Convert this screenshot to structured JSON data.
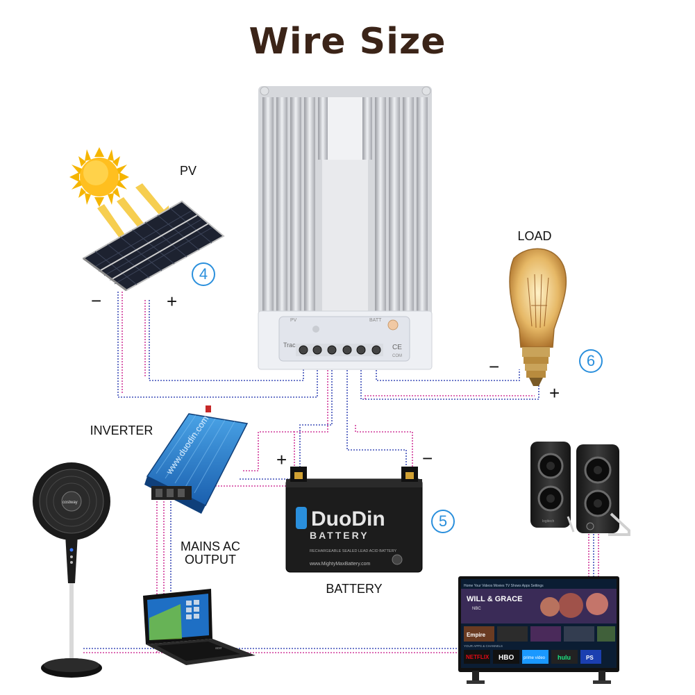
{
  "title": "Wire Size",
  "labels": {
    "pv": "PV",
    "load": "LOAD",
    "inverter": "INVERTER",
    "mains_ac_output": "MAINS AC\nOUTPUT",
    "battery": "BATTERY"
  },
  "markers": {
    "pv": "4",
    "battery": "5",
    "load": "6"
  },
  "signs": {
    "pv_minus": "−",
    "pv_plus": "+",
    "load_minus": "−",
    "load_plus": "+",
    "battery_plus": "+",
    "battery_minus": "−"
  },
  "controller": {
    "brand": "Tracer",
    "pv_label": "PV",
    "batt_label": "BATT",
    "ce_mark": "CE",
    "com_label": "COM"
  },
  "battery_product": {
    "brand": "DuoDin",
    "subtitle": "BATTERY",
    "notice": "RECHARGEABLE SEALED LEAD ACID BATTERY",
    "website": "www.MightyMaxBattery.com"
  },
  "inverter_product": {
    "brand": "www.duodin.com"
  },
  "speaker_product": {
    "brand": "logitech"
  },
  "tv_screen": {
    "show_title": "WILL & GRACE",
    "network": "NBC",
    "nav": "Home  Your Videos  Movies  TV Shows  Apps  Settings",
    "featured": "Empire",
    "row_label": "YOUR APPS & CHANNELS",
    "apps": [
      "NETFLIX",
      "HBO",
      "prime video",
      "hulu",
      "PS"
    ]
  },
  "laptop_product": {
    "brand": "acer"
  },
  "fan_product": {
    "brand": "costway"
  },
  "colors": {
    "wire_blue": "#3f4fb8",
    "wire_pink": "#d13a9a",
    "marker_blue": "#2a8fdc",
    "title": "#3b2418"
  }
}
